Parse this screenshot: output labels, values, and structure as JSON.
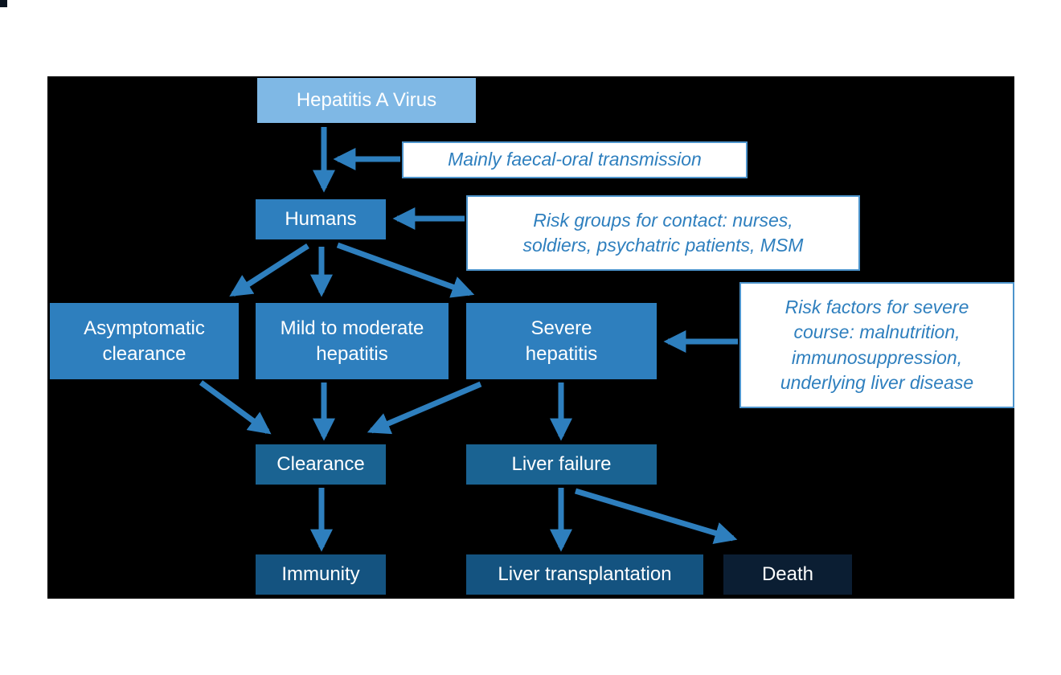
{
  "diagram": {
    "nodes": {
      "hav": {
        "label": "Hepatitis A Virus"
      },
      "humans": {
        "label": "Humans"
      },
      "asymptomatic": {
        "label": "Asymptomatic\nclearance"
      },
      "mild": {
        "label": "Mild to moderate\nhepatitis"
      },
      "severe": {
        "label": "Severe\nhepatitis"
      },
      "clearance": {
        "label": "Clearance"
      },
      "liver_failure": {
        "label": "Liver failure"
      },
      "immunity": {
        "label": "Immunity"
      },
      "liver_transplantation": {
        "label": "Liver transplantation"
      },
      "death": {
        "label": "Death"
      }
    },
    "callouts": {
      "transmission": {
        "text": "Mainly faecal-oral transmission"
      },
      "risk_groups": {
        "text": "Risk groups for contact: nurses,\nsoldiers, psychatric patients, MSM"
      },
      "risk_factors": {
        "text": "Risk factors for severe\ncourse: malnutrition,\nimmunosuppression,\nunderlying liver disease"
      }
    },
    "colors": {
      "node_light_blue": "#7FB8E5",
      "node_medium_blue": "#2E7FBE",
      "node_dark_blue": "#1A6392",
      "node_darker_blue": "#145380",
      "node_navy": "#0B1E33",
      "arrow": "#2E7FBE",
      "callout_border": "#4D94CC",
      "callout_text": "#2E7FBE",
      "canvas_background": "#000000"
    }
  }
}
